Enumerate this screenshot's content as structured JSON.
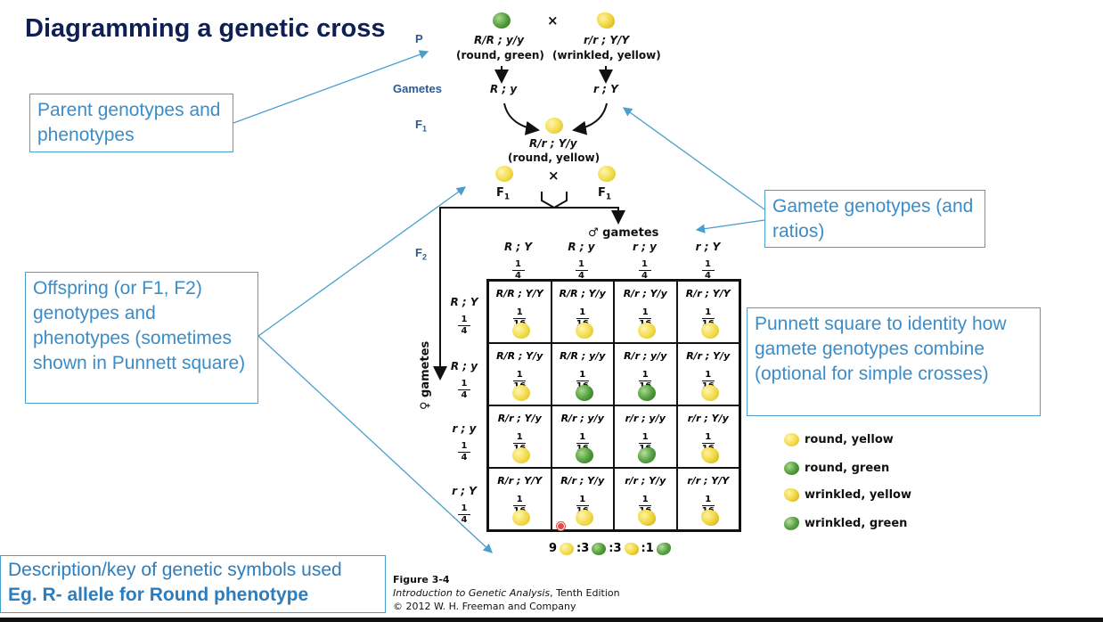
{
  "title": "Diagramming a genetic cross",
  "callouts": {
    "parent": "Parent genotypes and phenotypes",
    "gamete": "Gamete genotypes (and ratios)",
    "offspring": "Offspring (or F1, F2) genotypes and phenotypes (sometimes shown in Punnett square)",
    "punnett": "Punnett square to identity how gamete genotypes combine (optional for simple crosses)",
    "desc_line1": "Description/key of genetic symbols used",
    "desc_line2": "Eg. R- allele for Round phenotype"
  },
  "figure": {
    "p_label": "P",
    "cross_symbol": "×",
    "parent1_genotype": "R/R ; y/y",
    "parent1_phenotype": "(round, green)",
    "parent2_genotype": "r/r ; Y/Y",
    "parent2_phenotype": "(wrinkled, yellow)",
    "gametes_label": "Gametes",
    "gamete1": "R ; y",
    "gamete2": "r ; Y",
    "f1_label": "F",
    "f1_sub": "1",
    "f1_genotype": "R/r ; Y/y",
    "f1_phenotype": "(round, yellow)",
    "f2_label": "F",
    "f2_sub": "2",
    "male_gametes": "♂ gametes",
    "female_gametes": "♀ gametes",
    "col_headers": [
      {
        "g": "R ; Y",
        "n": "1",
        "d": "4"
      },
      {
        "g": "R ; y",
        "n": "1",
        "d": "4"
      },
      {
        "g": "r ; y",
        "n": "1",
        "d": "4"
      },
      {
        "g": "r ; Y",
        "n": "1",
        "d": "4"
      }
    ],
    "row_headers": [
      {
        "g": "R ; Y",
        "n": "1",
        "d": "4"
      },
      {
        "g": "R ; y",
        "n": "1",
        "d": "4"
      },
      {
        "g": "r ; y",
        "n": "1",
        "d": "4"
      },
      {
        "g": "r ; Y",
        "n": "1",
        "d": "4"
      }
    ],
    "cells": [
      [
        {
          "g": "R/R ; Y/Y",
          "p": "ry"
        },
        {
          "g": "R/R ; Y/y",
          "p": "ry"
        },
        {
          "g": "R/r ; Y/y",
          "p": "ry"
        },
        {
          "g": "R/r ; Y/Y",
          "p": "ry"
        }
      ],
      [
        {
          "g": "R/R ; Y/y",
          "p": "ry"
        },
        {
          "g": "R/R ; y/y",
          "p": "rg"
        },
        {
          "g": "R/r ; y/y",
          "p": "rg"
        },
        {
          "g": "R/r ; Y/y",
          "p": "ry"
        }
      ],
      [
        {
          "g": "R/r ; Y/y",
          "p": "ry"
        },
        {
          "g": "R/r ; y/y",
          "p": "rg"
        },
        {
          "g": "r/r ; y/y",
          "p": "wg"
        },
        {
          "g": "r/r ; Y/y",
          "p": "wy"
        }
      ],
      [
        {
          "g": "R/r ; Y/Y",
          "p": "ry"
        },
        {
          "g": "R/r ; Y/y",
          "p": "ry"
        },
        {
          "g": "r/r ; Y/y",
          "p": "wy"
        },
        {
          "g": "r/r ; Y/Y",
          "p": "wy"
        }
      ]
    ],
    "cell_frac_n": "1",
    "cell_frac_d": "16",
    "key": [
      {
        "p": "ry",
        "label": "round, yellow"
      },
      {
        "p": "rg",
        "label": "round, green"
      },
      {
        "p": "wy",
        "label": "wrinkled, yellow"
      },
      {
        "p": "wg",
        "label": "wrinkled, green"
      }
    ],
    "ratio": [
      "9",
      ":3",
      ":3",
      ":1"
    ],
    "caption_fig": "Figure 3-4",
    "caption_book": "Introduction to Genetic Analysis",
    "caption_edition": ", Tenth Edition",
    "caption_copy": "© 2012 W. H. Freeman and Company"
  },
  "colors": {
    "callout_border": "#4a9fcf",
    "callout_text": "#3a8dc8",
    "title": "#0f1f52",
    "label_blue": "#2a5a94"
  }
}
